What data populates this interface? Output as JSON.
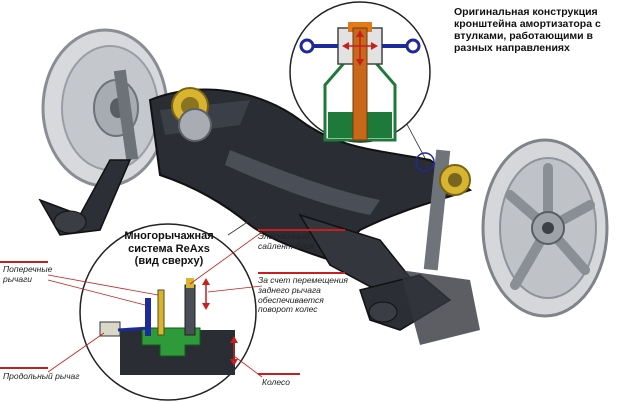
{
  "callouts": {
    "bracket_design": "Оригинальная конструкция кронштейна амортизатора с втулками, работающими в разных направлениях",
    "system_title_line1": "Многорычажная",
    "system_title_line2": "система ReAxs",
    "system_title_line3": "(вид сверху)",
    "elastic_block": "Эластичный сайлент-блок",
    "rear_arm_steering": "За счет перемещения заднего рычага обеспечивается поворот колес",
    "transverse_arms": "Поперечные рычаги",
    "longitudinal_arm": "Продольный рычаг",
    "wheel": "Колесо"
  },
  "colors": {
    "accent_red": "#c81e1e",
    "bushing_orange": "#e07a1a",
    "bushing_green": "#1d7a3a",
    "bushing_blue": "#1e2a9a",
    "frame_dark": "#2a2d33",
    "metal": "#b8bcc2"
  }
}
